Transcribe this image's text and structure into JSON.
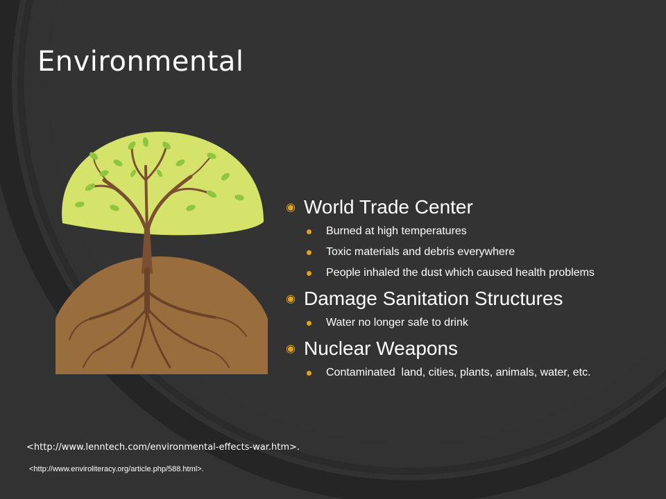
{
  "slide": {
    "title": "Environmental",
    "colors": {
      "background": "#323232",
      "ring": "#242424",
      "accent": "#e2a21c",
      "canopy": "#d5e36a",
      "soil": "#9a6d3c",
      "trunk": "#7a4f32"
    }
  },
  "illustration": {
    "icon": "tree-with-roots-illustration"
  },
  "content": {
    "sections": [
      {
        "heading": "World Trade Center",
        "items": [
          "Burned at high temperatures",
          "Toxic materials and debris everywhere",
          "People inhaled the dust which caused health problems"
        ]
      },
      {
        "heading": "Damage Sanitation Structures",
        "items": [
          "Water no longer safe to drink"
        ]
      },
      {
        "heading": "Nuclear Weapons",
        "items": [
          "Contaminated  land, cities, plants, animals, water, etc."
        ]
      }
    ]
  },
  "references": [
    "<http://www.lenntech.com/environmental-effects-war.htm>.",
    "<http://www.enviroliteracy.org/article.php/588.html>."
  ]
}
